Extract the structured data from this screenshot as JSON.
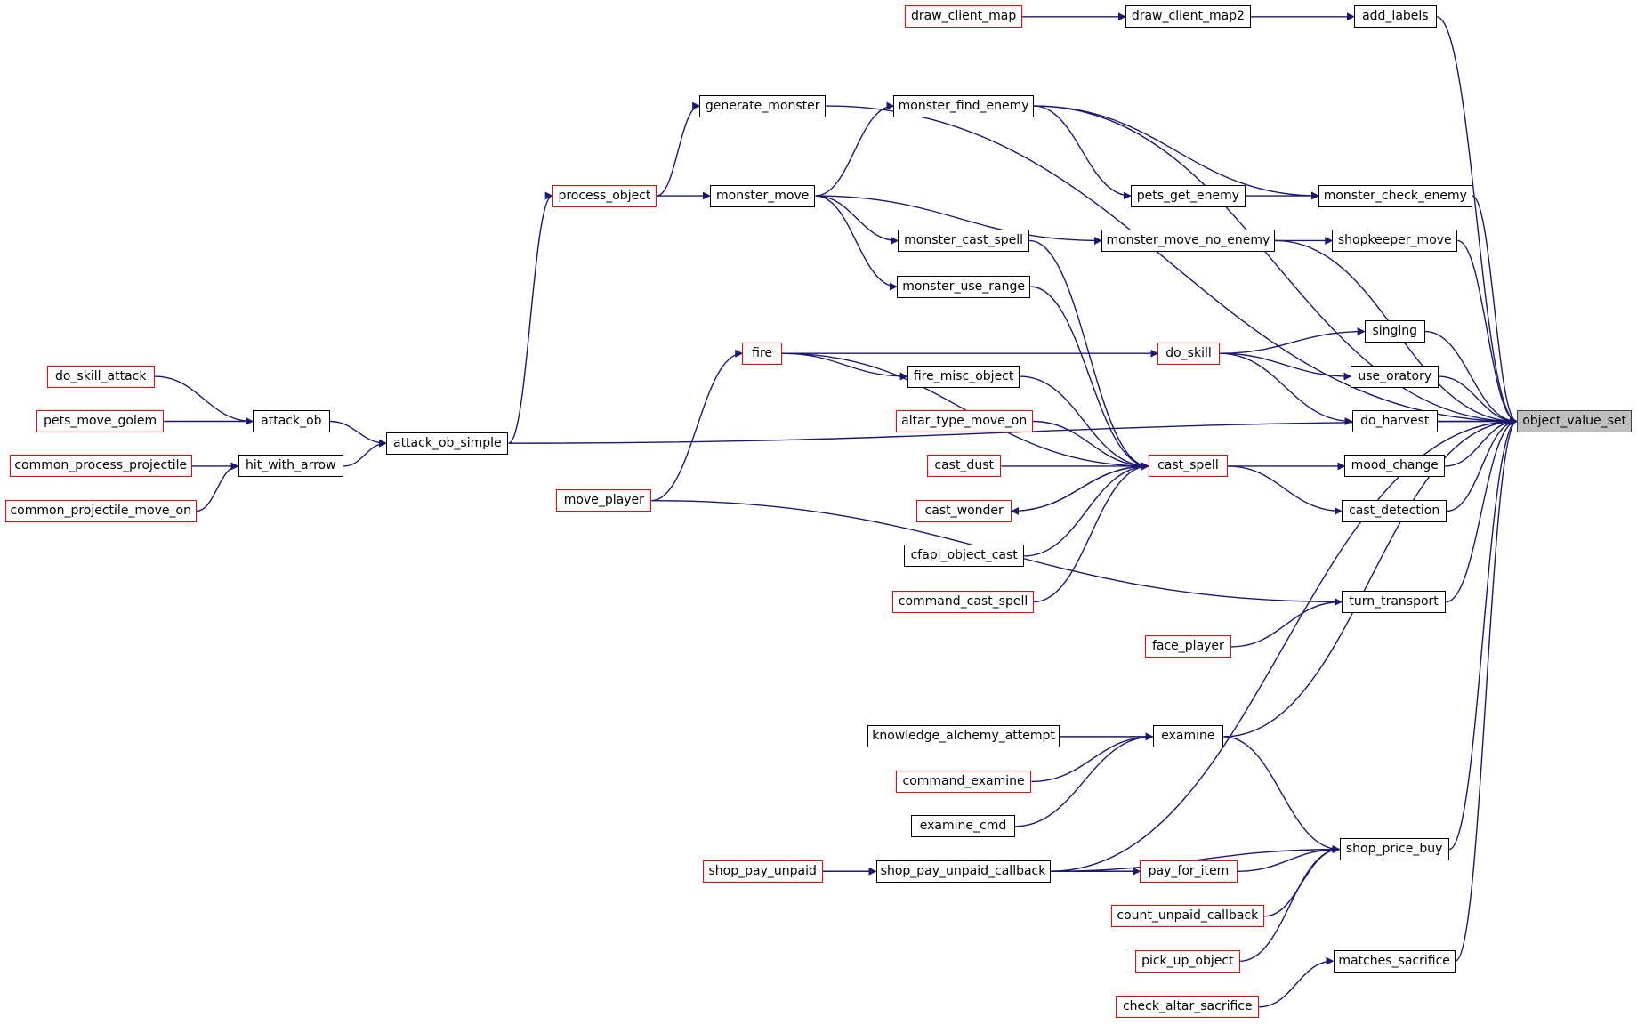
{
  "graph": {
    "focus_node": "object_value_set",
    "edge_color": "#191970",
    "node_border_default": "#000000",
    "node_border_truncated": "#ff0000",
    "focus_fill": "#bfbfbf",
    "nodes": {
      "object_value_set": {
        "label": "object_value_set",
        "truncated": false
      },
      "add_labels": {
        "label": "add_labels",
        "truncated": false
      },
      "draw_client_map2": {
        "label": "draw_client_map2",
        "truncated": false
      },
      "draw_client_map": {
        "label": "draw_client_map",
        "truncated": true
      },
      "generate_monster": {
        "label": "generate_monster",
        "truncated": false
      },
      "monster_find_enemy": {
        "label": "monster_find_enemy",
        "truncated": false
      },
      "process_object": {
        "label": "process_object",
        "truncated": true
      },
      "monster_move": {
        "label": "monster_move",
        "truncated": false
      },
      "pets_get_enemy": {
        "label": "pets_get_enemy",
        "truncated": false
      },
      "monster_check_enemy": {
        "label": "monster_check_enemy",
        "truncated": false
      },
      "monster_cast_spell": {
        "label": "monster_cast_spell",
        "truncated": false
      },
      "monster_move_no_enemy": {
        "label": "monster_move_no_enemy",
        "truncated": false
      },
      "shopkeeper_move": {
        "label": "shopkeeper_move",
        "truncated": false
      },
      "monster_use_range": {
        "label": "monster_use_range",
        "truncated": false
      },
      "singing": {
        "label": "singing",
        "truncated": false
      },
      "fire": {
        "label": "fire",
        "truncated": true
      },
      "do_skill": {
        "label": "do_skill",
        "truncated": true
      },
      "fire_misc_object": {
        "label": "fire_misc_object",
        "truncated": false
      },
      "use_oratory": {
        "label": "use_oratory",
        "truncated": false
      },
      "do_skill_attack": {
        "label": "do_skill_attack",
        "truncated": true
      },
      "attack_ob": {
        "label": "attack_ob",
        "truncated": false
      },
      "pets_move_golem": {
        "label": "pets_move_golem",
        "truncated": true
      },
      "altar_type_move_on": {
        "label": "altar_type_move_on",
        "truncated": true
      },
      "do_harvest": {
        "label": "do_harvest",
        "truncated": false
      },
      "attack_ob_simple": {
        "label": "attack_ob_simple",
        "truncated": false
      },
      "common_process_projectile": {
        "label": "common_process_projectile",
        "truncated": true
      },
      "hit_with_arrow": {
        "label": "hit_with_arrow",
        "truncated": false
      },
      "cast_dust": {
        "label": "cast_dust",
        "truncated": true
      },
      "cast_spell": {
        "label": "cast_spell",
        "truncated": true
      },
      "mood_change": {
        "label": "mood_change",
        "truncated": false
      },
      "move_player": {
        "label": "move_player",
        "truncated": true
      },
      "common_projectile_move_on": {
        "label": "common_projectile_move_on",
        "truncated": true
      },
      "cast_wonder": {
        "label": "cast_wonder",
        "truncated": true
      },
      "cast_detection": {
        "label": "cast_detection",
        "truncated": false
      },
      "cfapi_object_cast": {
        "label": "cfapi_object_cast",
        "truncated": false
      },
      "command_cast_spell": {
        "label": "command_cast_spell",
        "truncated": true
      },
      "turn_transport": {
        "label": "turn_transport",
        "truncated": false
      },
      "face_player": {
        "label": "face_player",
        "truncated": true
      },
      "knowledge_alchemy_attempt": {
        "label": "knowledge_alchemy_attempt",
        "truncated": false
      },
      "examine": {
        "label": "examine",
        "truncated": false
      },
      "command_examine": {
        "label": "command_examine",
        "truncated": true
      },
      "examine_cmd": {
        "label": "examine_cmd",
        "truncated": false
      },
      "shop_price_buy": {
        "label": "shop_price_buy",
        "truncated": false
      },
      "shop_pay_unpaid": {
        "label": "shop_pay_unpaid",
        "truncated": true
      },
      "shop_pay_unpaid_callback": {
        "label": "shop_pay_unpaid_callback",
        "truncated": false
      },
      "pay_for_item": {
        "label": "pay_for_item",
        "truncated": true
      },
      "count_unpaid_callback": {
        "label": "count_unpaid_callback",
        "truncated": true
      },
      "pick_up_object": {
        "label": "pick_up_object",
        "truncated": true
      },
      "matches_sacrifice": {
        "label": "matches_sacrifice",
        "truncated": false
      },
      "check_altar_sacrifice": {
        "label": "check_altar_sacrifice",
        "truncated": true
      }
    },
    "edges": [
      [
        "draw_client_map",
        "draw_client_map2"
      ],
      [
        "draw_client_map2",
        "add_labels"
      ],
      [
        "add_labels",
        "object_value_set"
      ],
      [
        "generate_monster",
        "object_value_set"
      ],
      [
        "monster_find_enemy",
        "object_value_set"
      ],
      [
        "monster_find_enemy",
        "monster_check_enemy"
      ],
      [
        "monster_find_enemy",
        "pets_get_enemy"
      ],
      [
        "process_object",
        "generate_monster"
      ],
      [
        "process_object",
        "monster_move"
      ],
      [
        "monster_move",
        "monster_find_enemy"
      ],
      [
        "monster_move",
        "monster_cast_spell"
      ],
      [
        "monster_move",
        "monster_use_range"
      ],
      [
        "monster_move",
        "monster_move_no_enemy"
      ],
      [
        "pets_get_enemy",
        "monster_check_enemy"
      ],
      [
        "monster_check_enemy",
        "object_value_set"
      ],
      [
        "monster_move_no_enemy",
        "shopkeeper_move"
      ],
      [
        "monster_move_no_enemy",
        "object_value_set"
      ],
      [
        "shopkeeper_move",
        "object_value_set"
      ],
      [
        "singing",
        "object_value_set"
      ],
      [
        "use_oratory",
        "object_value_set"
      ],
      [
        "do_harvest",
        "object_value_set"
      ],
      [
        "do_skill",
        "singing"
      ],
      [
        "do_skill",
        "use_oratory"
      ],
      [
        "do_skill",
        "do_harvest"
      ],
      [
        "fire",
        "do_skill"
      ],
      [
        "fire",
        "fire_misc_object"
      ],
      [
        "fire",
        "cast_spell"
      ],
      [
        "move_player",
        "fire"
      ],
      [
        "move_player",
        "turn_transport"
      ],
      [
        "monster_cast_spell",
        "cast_spell"
      ],
      [
        "monster_use_range",
        "cast_spell"
      ],
      [
        "fire_misc_object",
        "cast_spell"
      ],
      [
        "altar_type_move_on",
        "cast_spell"
      ],
      [
        "cast_dust",
        "cast_spell"
      ],
      [
        "cast_wonder",
        "cast_spell"
      ],
      [
        "cast_spell",
        "cast_wonder"
      ],
      [
        "cfapi_object_cast",
        "cast_spell"
      ],
      [
        "command_cast_spell",
        "cast_spell"
      ],
      [
        "cast_spell",
        "mood_change"
      ],
      [
        "cast_spell",
        "cast_detection"
      ],
      [
        "mood_change",
        "object_value_set"
      ],
      [
        "cast_detection",
        "object_value_set"
      ],
      [
        "turn_transport",
        "object_value_set"
      ],
      [
        "face_player",
        "turn_transport"
      ],
      [
        "do_skill_attack",
        "attack_ob"
      ],
      [
        "pets_move_golem",
        "attack_ob"
      ],
      [
        "attack_ob",
        "attack_ob_simple"
      ],
      [
        "common_process_projectile",
        "hit_with_arrow"
      ],
      [
        "common_projectile_move_on",
        "hit_with_arrow"
      ],
      [
        "hit_with_arrow",
        "attack_ob_simple"
      ],
      [
        "attack_ob_simple",
        "process_object"
      ],
      [
        "attack_ob_simple",
        "object_value_set"
      ],
      [
        "knowledge_alchemy_attempt",
        "examine"
      ],
      [
        "command_examine",
        "examine"
      ],
      [
        "examine_cmd",
        "examine"
      ],
      [
        "examine",
        "object_value_set"
      ],
      [
        "examine",
        "shop_price_buy"
      ],
      [
        "shop_price_buy",
        "object_value_set"
      ],
      [
        "shop_pay_unpaid",
        "shop_pay_unpaid_callback"
      ],
      [
        "shop_pay_unpaid_callback",
        "pay_for_item"
      ],
      [
        "shop_pay_unpaid_callback",
        "shop_price_buy"
      ],
      [
        "shop_pay_unpaid_callback",
        "object_value_set"
      ],
      [
        "pay_for_item",
        "shop_price_buy"
      ],
      [
        "count_unpaid_callback",
        "shop_price_buy"
      ],
      [
        "pick_up_object",
        "shop_price_buy"
      ],
      [
        "matches_sacrifice",
        "object_value_set"
      ],
      [
        "check_altar_sacrifice",
        "matches_sacrifice"
      ]
    ]
  }
}
